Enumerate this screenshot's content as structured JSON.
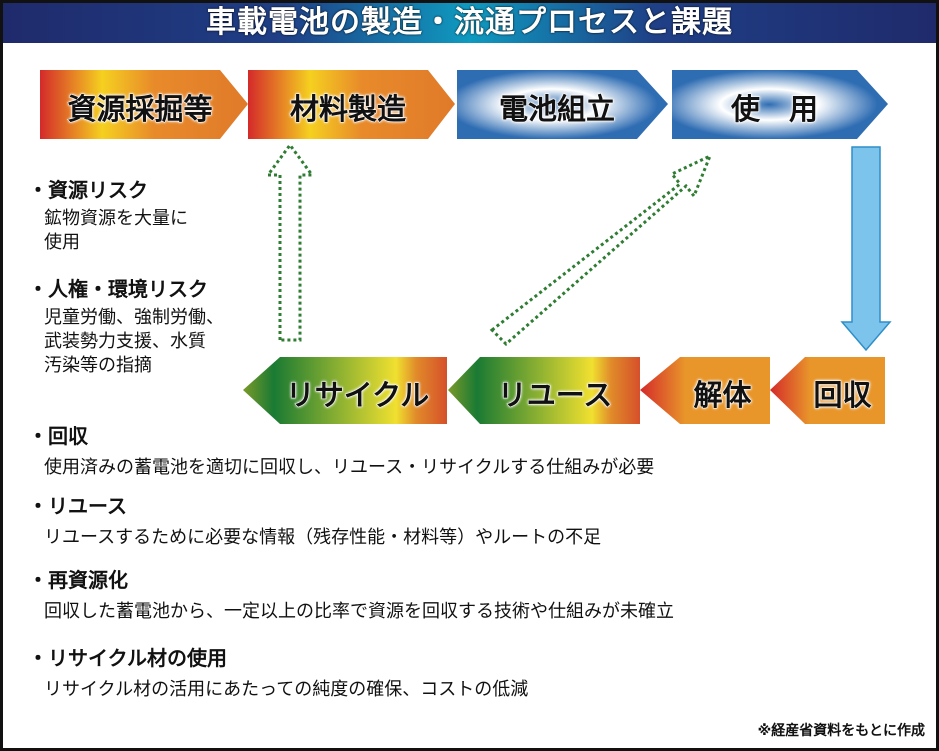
{
  "title": "車載電池の製造・流通プロセスと課題",
  "process_top": [
    "資源採掘等",
    "材料製造",
    "電池組立",
    "使　用"
  ],
  "process_bottom": [
    "リサイクル",
    "リユース",
    "解体",
    "回収"
  ],
  "risks": [
    {
      "heading": "・資源リスク",
      "body": [
        "鉱物資源を大量に",
        "使用"
      ]
    },
    {
      "heading": "・人権・環境リスク",
      "body": [
        "児童労働、強制労働、",
        "武装勢力支援、水質",
        "汚染等の指摘"
      ]
    }
  ],
  "issues": [
    {
      "heading": "・回収",
      "body": "使用済みの蓄電池を適切に回収し、リユース・リサイクルする仕組みが必要"
    },
    {
      "heading": "・リユース",
      "body": "リユースするために必要な情報（残存性能・材料等）やルートの不足"
    },
    {
      "heading": "・再資源化",
      "body": "回収した蓄電池から、一定以上の比率で資源を回収する技術や仕組みが未確立"
    },
    {
      "heading": "・リサイクル材の使用",
      "body": "リサイクル材の活用にあたっての純度の確保、コストの低減"
    }
  ],
  "source_note": "※経産省資料をもとに作成",
  "colors": {
    "header": "#1f2a6b",
    "blue": "#2f6db3",
    "orange": "#e58a2a",
    "green": "#1a7a33",
    "down_arrow": "#7cc4ec",
    "dotted": "#2e7d32"
  }
}
